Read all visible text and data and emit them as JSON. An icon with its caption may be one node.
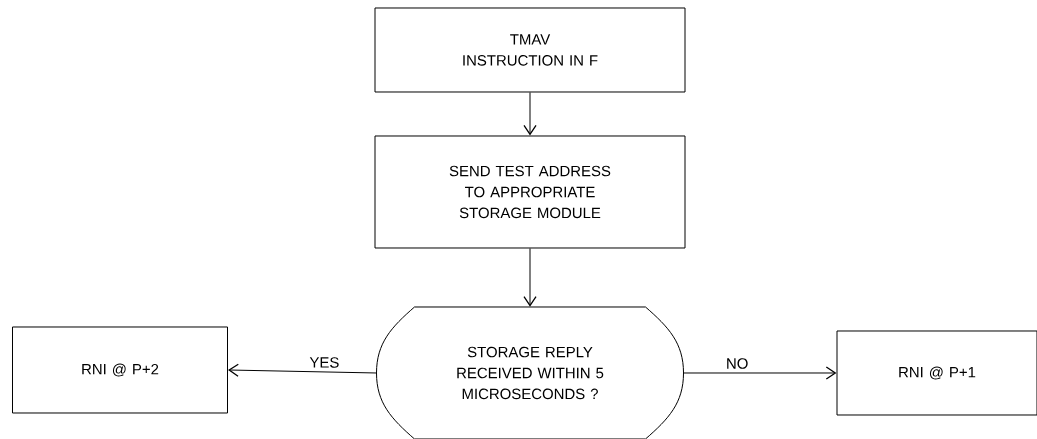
{
  "diagram": {
    "nodes": [
      {
        "text": [
          "TMAV INSTRUCTION IN F"
        ]
      },
      {
        "text": [
          "SEND TEST ADDRESS TO APPROPRIATE STORAGE MODULE"
        ]
      },
      {
        "text": [
          "STORAGE REPLY RECEIVED WITHIN 5 MICROSECONDS ?"
        ]
      },
      {
        "text": [
          "RNI @ P+2"
        ]
      },
      {
        "text": [
          "RNI @ P+1"
        ]
      }
    ],
    "edges": [
      {
        "from": 0,
        "to": 1,
        "arrow": "to"
      },
      {
        "from": 1,
        "to": 2,
        "arrow": "to"
      },
      {
        "from": 2,
        "to": 3,
        "arrow": "to",
        "label": "YES"
      },
      {
        "from": 2,
        "to": 4,
        "arrow": "to",
        "label": "NO"
      }
    ]
  }
}
